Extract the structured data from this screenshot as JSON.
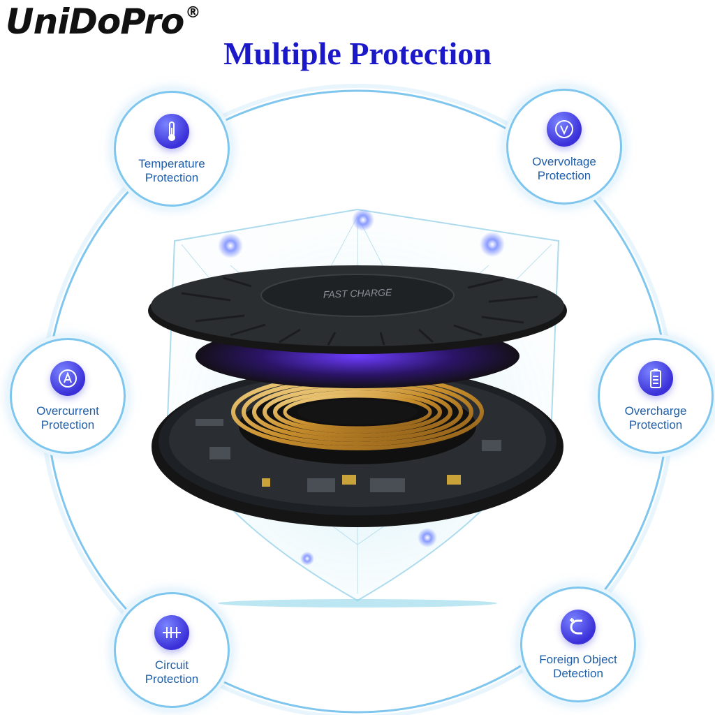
{
  "brand": {
    "name": "UniDoPro",
    "registered": "®"
  },
  "headline": "Multiple Protection",
  "product_label": "FAST CHARGE",
  "colors": {
    "headline": "#1a18c8",
    "label": "#1f5ea8",
    "ring": "#7fc6ee",
    "icon": "#3a2fd8"
  },
  "features": [
    {
      "icon": "thermometer-icon",
      "line1": "Temperature",
      "line2": "Protection"
    },
    {
      "icon": "voltage-icon",
      "line1": "Overvoltage",
      "line2": "Protection"
    },
    {
      "icon": "ampere-icon",
      "line1": "Overcurrent",
      "line2": "Protection"
    },
    {
      "icon": "battery-icon",
      "line1": "Overcharge",
      "line2": "Protection"
    },
    {
      "icon": "circuit-icon",
      "line1": "Circuit",
      "line2": "Protection"
    },
    {
      "icon": "magnet-icon",
      "line1": "Foreign Object",
      "line2": "Detection"
    }
  ]
}
